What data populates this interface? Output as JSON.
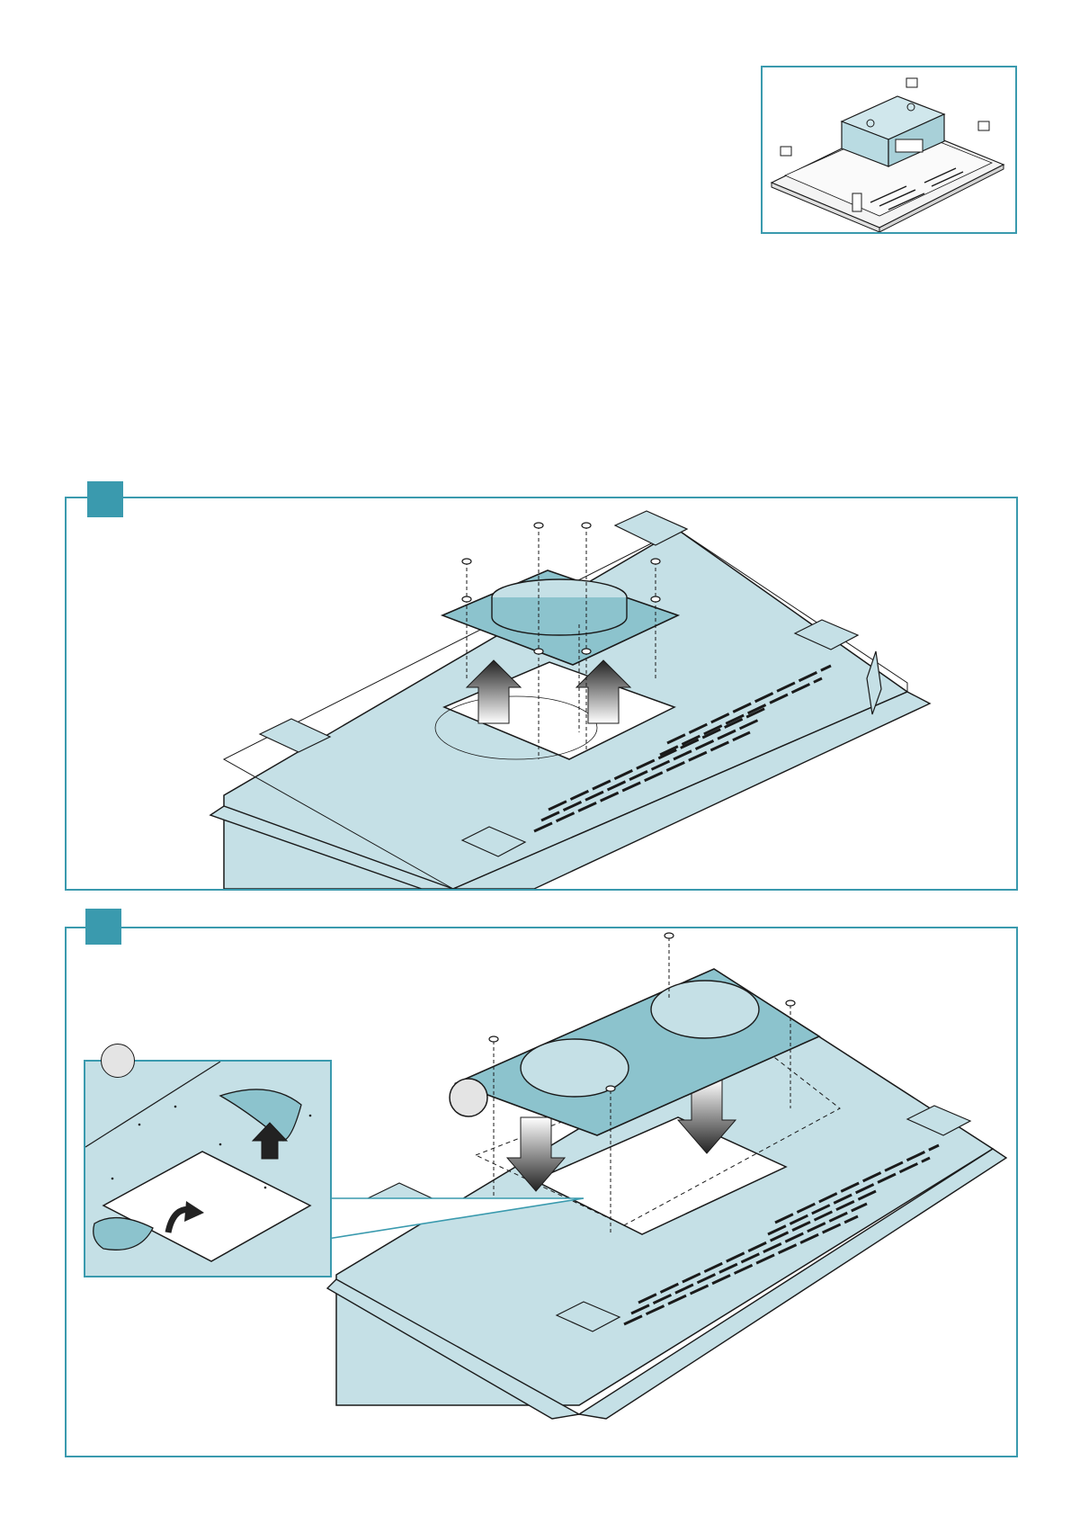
{
  "document": {
    "theme": {
      "frame_color": "#3a9aae",
      "panel_fill": "#c5e0e6",
      "plate_fill": "#8cc3cd",
      "outline_color": "#1a1a1a",
      "callout_fill": "#e4e4e4"
    },
    "overview": {
      "icon": "hob-with-filter-module-illustration"
    },
    "step_1": {
      "icon": "remove-ring-plate-illustration"
    },
    "step_2": {
      "icon": "install-double-hole-plate-illustration"
    },
    "callout": {
      "icon": "peel-protective-film-detail"
    }
  }
}
